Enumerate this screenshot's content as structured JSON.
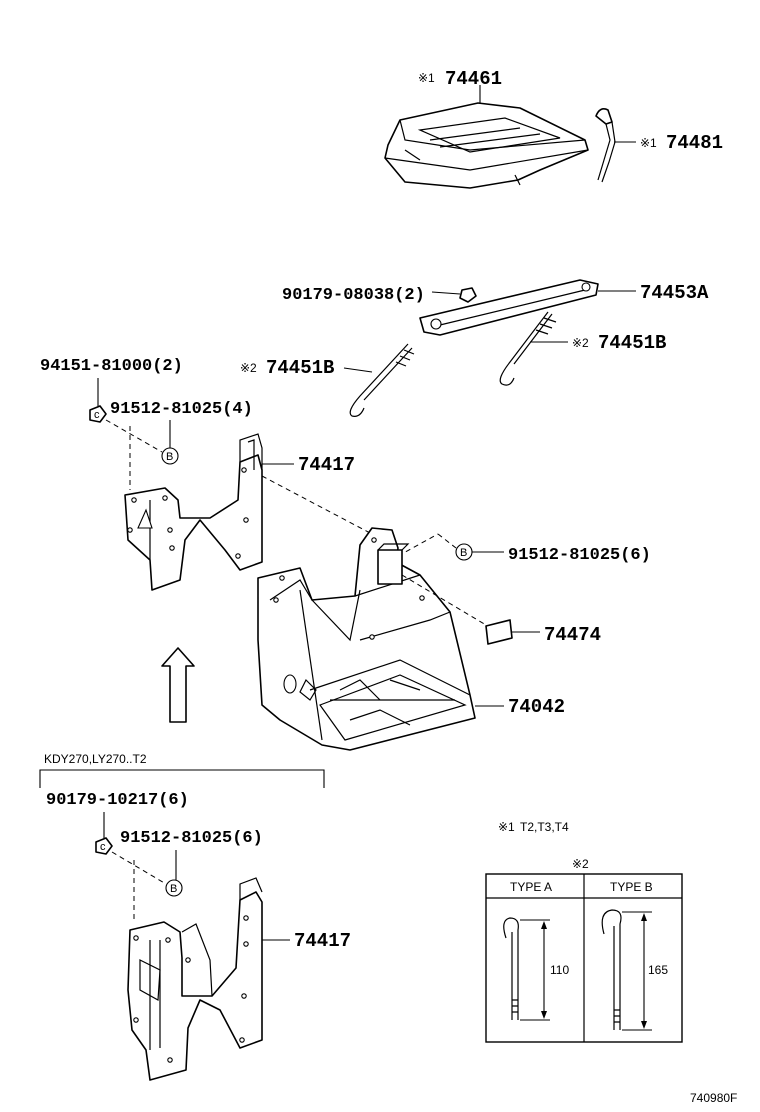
{
  "labels": {
    "p74461": "74461",
    "p74481": "74481",
    "p9017908038": "90179-08038(2)",
    "p74453A": "74453A",
    "p74451B_right": "74451B",
    "p74451B_left": "74451B",
    "p9415181000": "94151-81000(2)",
    "p9151281025_4": "91512-81025(4)",
    "p74417_top": "74417",
    "p9151281025_6_top": "91512-81025(6)",
    "p74474": "74474",
    "p74042": "74042",
    "variant_header": "KDY270,LY270..T2",
    "p9017910217": "90179-10217(6)",
    "p9151281025_6_bottom": "91512-81025(6)",
    "p74417_bottom": "74417",
    "note_mark1": "※1",
    "note_mark2": "※2",
    "note1_text": "T2,T3,T4",
    "callout_b": "B",
    "footer_code": "740980F"
  },
  "table": {
    "title": "※2",
    "col_a_header": "TYPE A",
    "col_b_header": "TYPE B",
    "col_a_dim": "110",
    "col_b_dim": "165"
  },
  "colors": {
    "ink": "#000000",
    "paper": "#ffffff"
  }
}
